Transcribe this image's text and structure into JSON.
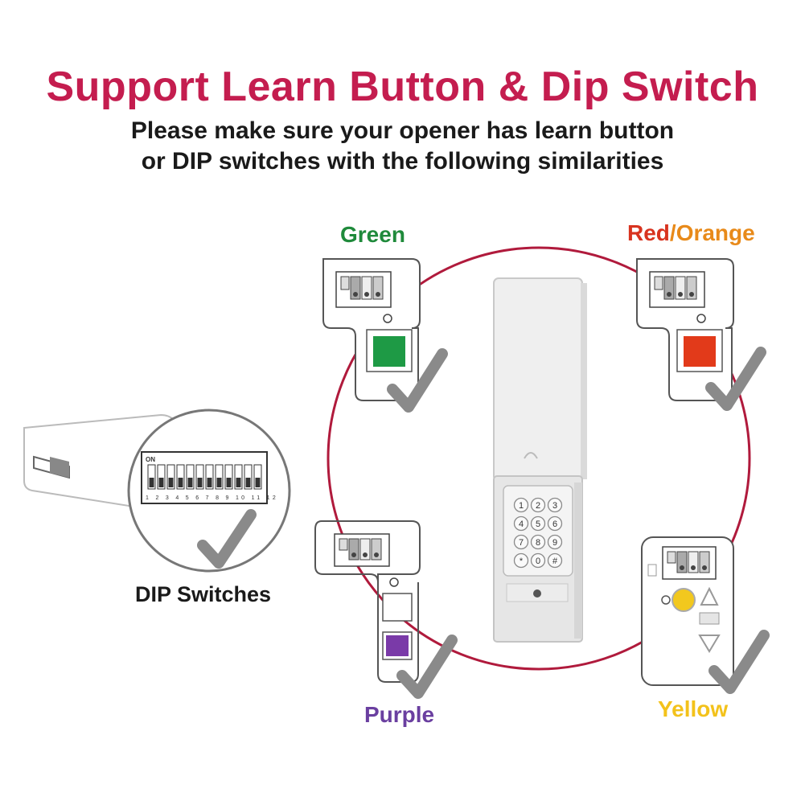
{
  "header": {
    "title": "Support Learn Button & Dip Switch",
    "subtitle_line1": "Please make sure your opener has learn button",
    "subtitle_line2": "or DIP switches with the following similarities"
  },
  "labels": {
    "green": "Green",
    "red": "Red",
    "slash": "/",
    "orange": "Orange",
    "purple": "Purple",
    "yellow": "Yellow",
    "dip_switches": "DIP Switches"
  },
  "dip": {
    "on_label": "ON",
    "numbers": "1 2 3 4 5 6 7 8 9 10 11 12"
  },
  "keypad": {
    "keys": [
      "1",
      "2",
      "3",
      "4",
      "5",
      "6",
      "7",
      "8",
      "9",
      "*",
      "0",
      "#"
    ]
  },
  "colors": {
    "title": "#c41d4f",
    "circle": "#b01a3c",
    "green_button": "#1e9a45",
    "red_button": "#e23a1a",
    "purple_button": "#7a3aa8",
    "yellow_button": "#f2c81e",
    "check": "#8a8a8a"
  },
  "icons": [
    "check-icon",
    "keypad-device",
    "dip-switch-block",
    "learn-button"
  ]
}
